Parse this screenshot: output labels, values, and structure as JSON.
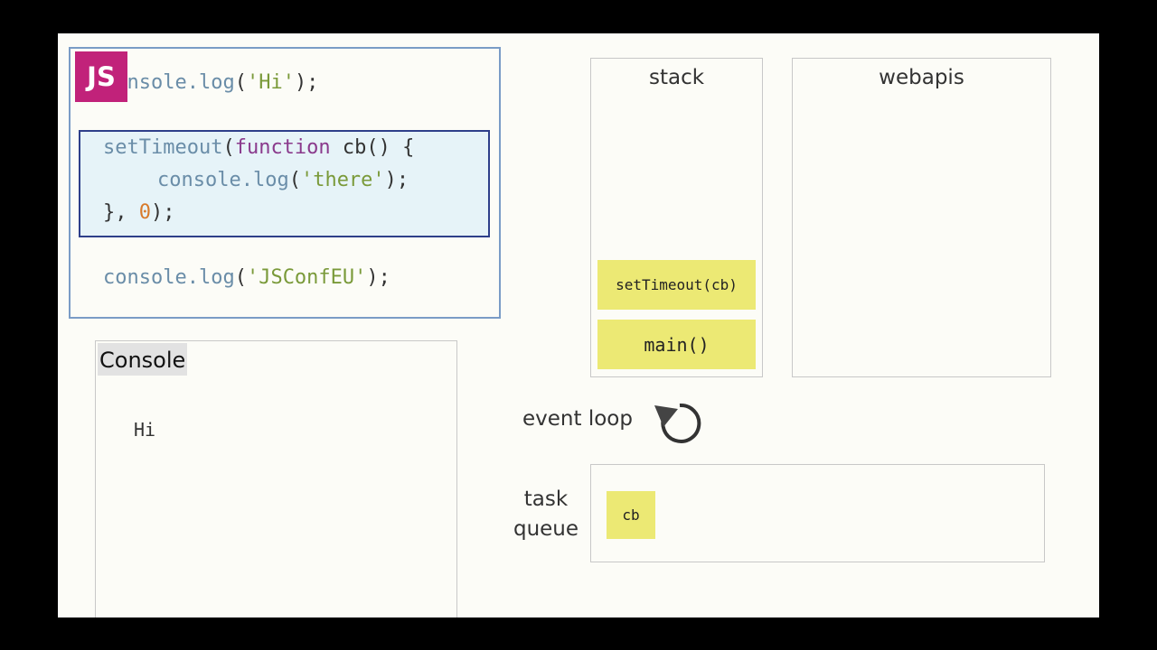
{
  "code": {
    "badge": "JS",
    "line1": {
      "fn": "console.log",
      "open": "(",
      "str": "'Hi'",
      "close": ");"
    },
    "line2": {
      "fn": "setTimeout",
      "open": "(",
      "kw": "function",
      "rest": " cb() {"
    },
    "line3": {
      "fn": "console.log",
      "open": "(",
      "str": "'there'",
      "close": ");"
    },
    "line4": {
      "pre": "}, ",
      "num": "0",
      "close": ");"
    },
    "line5": {
      "fn": "console.log",
      "open": "(",
      "str": "'JSConfEU'",
      "close": ");"
    }
  },
  "console": {
    "title": "Console",
    "output": [
      "Hi"
    ]
  },
  "stack": {
    "title": "stack",
    "frames": [
      "setTimeout(cb)",
      "main()"
    ]
  },
  "webapis": {
    "title": "webapis"
  },
  "event_loop": {
    "label": "event loop",
    "icon": "refresh-loop-icon"
  },
  "task_queue": {
    "label_line1": "task",
    "label_line2": "queue",
    "items": [
      "cb"
    ]
  },
  "colors": {
    "frame_yellow": "#ece974",
    "js_badge": "#c1227a",
    "highlight_border": "#2e3f8a",
    "highlight_fill": "#e6f3f8"
  }
}
